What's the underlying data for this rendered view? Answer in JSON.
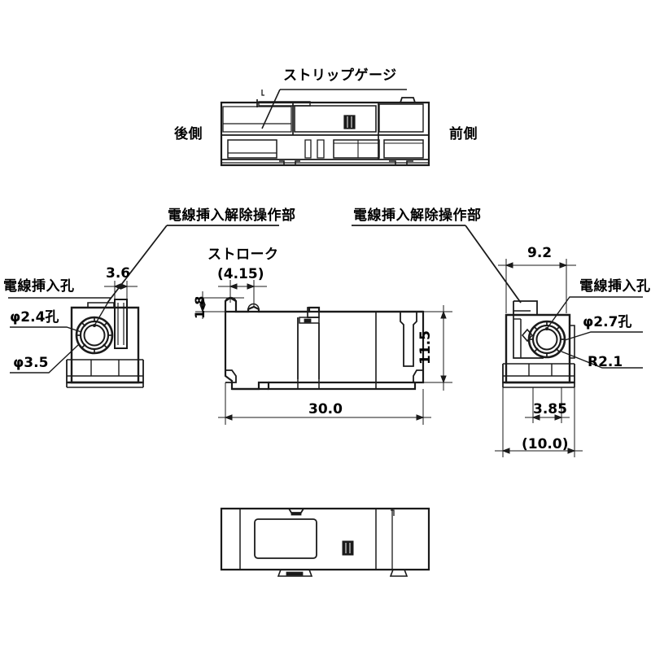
{
  "drawing": {
    "title": "connector-technical-drawing",
    "background_color": "#ffffff",
    "line_color": "#1a1a1a"
  },
  "top_view": {
    "strip_gauge_label": "ストリップゲージ",
    "rear_side_label": "後側",
    "front_side_label": "前側"
  },
  "middle_section": {
    "left_callout": "電線挿入解除操作部",
    "right_callout": "電線挿入解除操作部"
  },
  "left_view": {
    "wire_hole_label": "電線挿入孔",
    "hole_dia_1": "φ2.4孔",
    "hole_dia_2": "φ3.5",
    "width_dim": "3.6"
  },
  "center_view": {
    "stroke_label": "ストローク",
    "stroke_value": "(4.15)",
    "height_small": "1.8",
    "height_total": "11.5",
    "length": "30.0"
  },
  "right_view": {
    "width_dim": "9.2",
    "wire_hole_label": "電線挿入孔",
    "hole_dia": "φ2.7孔",
    "radius": "R2.1",
    "offset_dim": "3.85",
    "depth_dim": "(10.0)"
  }
}
